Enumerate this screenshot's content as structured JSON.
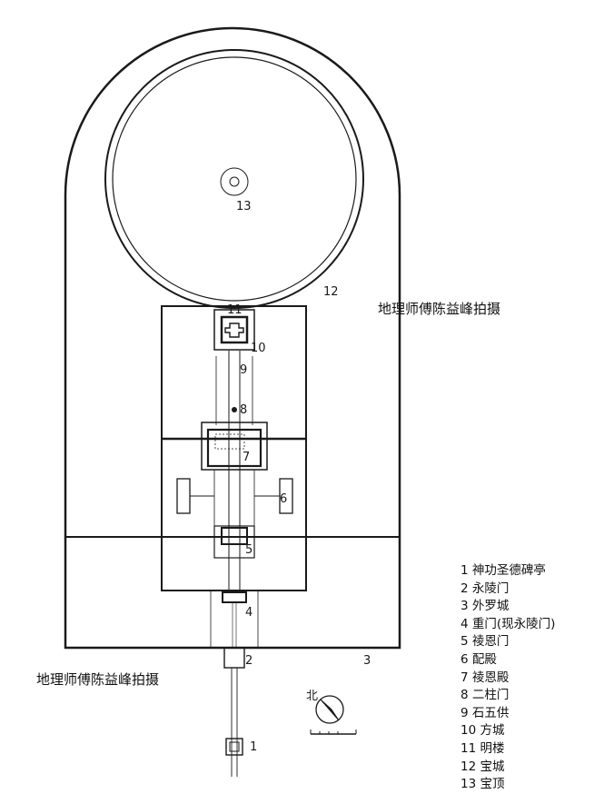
{
  "labels": {
    "n1": "1",
    "n2": "2",
    "n3": "3",
    "n4": "4",
    "n5": "5",
    "n6": "6",
    "n7": "7",
    "n8": "8",
    "n9": "9",
    "n10": "10",
    "n11": "11",
    "n12": "12",
    "n13": "13"
  },
  "north_label": "北",
  "watermark": "地理师傅陈益峰拍摄",
  "legend": [
    "1 神功圣德碑亭",
    "2 永陵门",
    "3 外罗城",
    "4 重门(现永陵门)",
    "5 祾恩门",
    "6 配殿",
    "7 祾恩殿",
    "8 二柱门",
    "9 石五供",
    "10 方城",
    "11 明楼",
    "12 宝城",
    "13 宝顶"
  ]
}
